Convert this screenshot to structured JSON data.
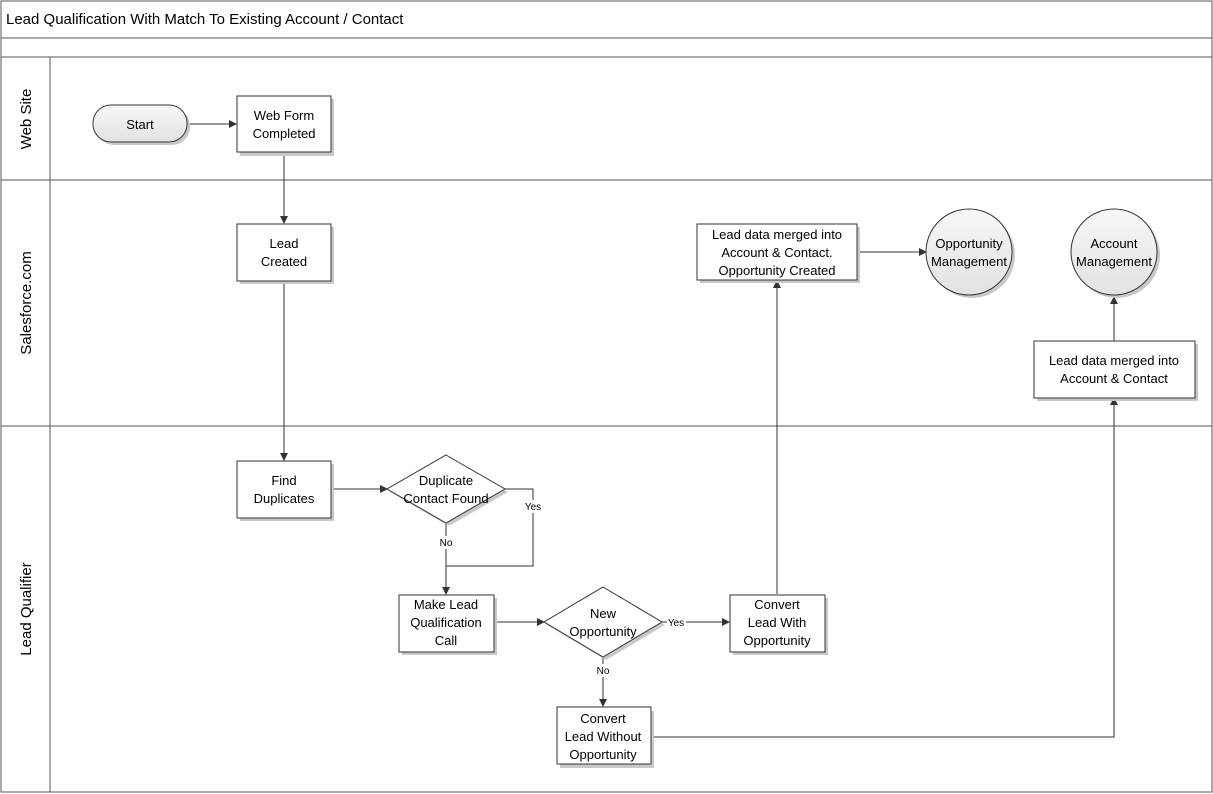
{
  "title": "Lead Qualification With Match To Existing Account / Contact",
  "lanes": [
    {
      "id": "web-site",
      "label": "Web Site"
    },
    {
      "id": "salesforce",
      "label": "Salesforce.com"
    },
    {
      "id": "lead-qualifier",
      "label": "Lead Qualifier"
    }
  ],
  "nodes": {
    "start": {
      "shape": "terminator",
      "lines": [
        "Start"
      ]
    },
    "web_form": {
      "shape": "process",
      "lines": [
        "Web Form",
        "Completed"
      ]
    },
    "lead_created": {
      "shape": "process",
      "lines": [
        "Lead",
        "Created"
      ]
    },
    "find_duplicates": {
      "shape": "process",
      "lines": [
        "Find",
        "Duplicates"
      ]
    },
    "duplicate_found": {
      "shape": "decision",
      "lines": [
        "Duplicate",
        "Contact Found"
      ]
    },
    "make_call": {
      "shape": "process",
      "lines": [
        "Make Lead",
        "Qualification",
        "Call"
      ]
    },
    "new_opportunity": {
      "shape": "decision",
      "lines": [
        "New",
        "Opportunity"
      ]
    },
    "convert_with": {
      "shape": "process",
      "lines": [
        "Convert",
        "Lead With",
        "Opportunity"
      ]
    },
    "convert_without": {
      "shape": "process",
      "lines": [
        "Convert",
        "Lead Without",
        "Opportunity"
      ]
    },
    "merged_opportunity": {
      "shape": "process",
      "lines": [
        "Lead data merged into",
        "Account & Contact.",
        "Opportunity Created"
      ]
    },
    "merged_account": {
      "shape": "process",
      "lines": [
        "Lead data merged into",
        "Account & Contact"
      ]
    },
    "opportunity_mgmt": {
      "shape": "connector",
      "lines": [
        "Opportunity",
        "Management"
      ]
    },
    "account_mgmt": {
      "shape": "connector",
      "lines": [
        "Account",
        "Management"
      ]
    }
  },
  "edge_labels": {
    "yes_duplicate": "Yes",
    "no_duplicate": "No",
    "yes_opportunity": "Yes",
    "no_opportunity": "No"
  },
  "colors": {
    "line": "#333333",
    "connector_fill": "#ececec",
    "terminator_fill": "#ececec"
  }
}
